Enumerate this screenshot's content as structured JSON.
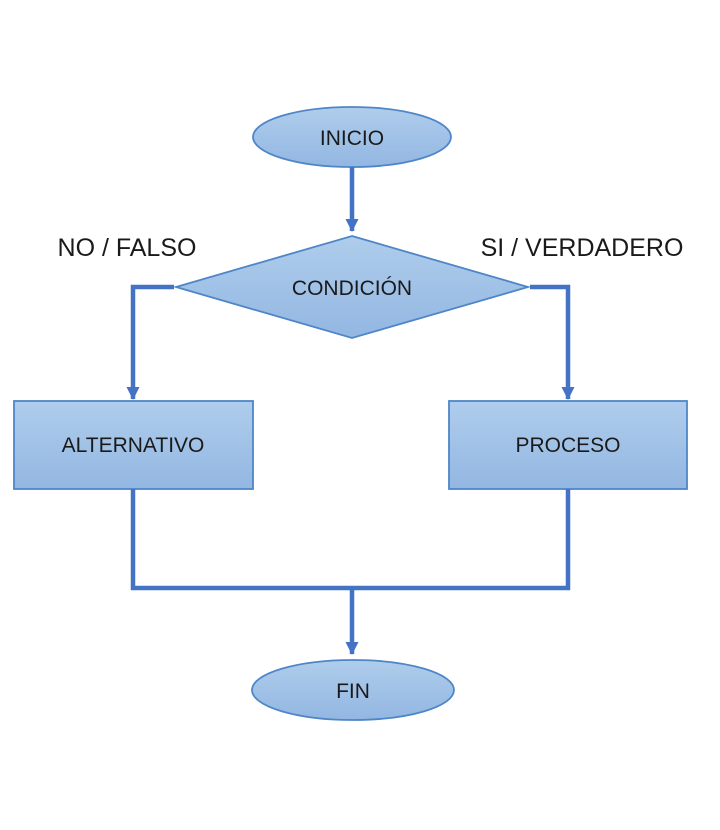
{
  "colors": {
    "background": "#ffffff",
    "node-fill-top": "#afcdec",
    "node-fill-bottom": "#93b7e2",
    "node-stroke": "#4e86c8",
    "connector": "#4472c4",
    "label-text": "#1a1a1a"
  },
  "flowchart": {
    "nodes": {
      "inicio": {
        "label": "INICIO",
        "shape": "terminator"
      },
      "condicion": {
        "label": "CONDICIÓN",
        "shape": "decision"
      },
      "alternativo": {
        "label": "ALTERNATIVO",
        "shape": "process"
      },
      "proceso": {
        "label": "PROCESO",
        "shape": "process"
      },
      "fin": {
        "label": "FIN",
        "shape": "terminator"
      }
    },
    "edges": [
      {
        "from": "inicio",
        "to": "condicion",
        "label": ""
      },
      {
        "from": "condicion",
        "to": "alternativo",
        "label": "NO / FALSO"
      },
      {
        "from": "condicion",
        "to": "proceso",
        "label": "SI / VERDADERO"
      },
      {
        "from": "alternativo",
        "to": "fin",
        "label": ""
      },
      {
        "from": "proceso",
        "to": "fin",
        "label": ""
      }
    ]
  }
}
